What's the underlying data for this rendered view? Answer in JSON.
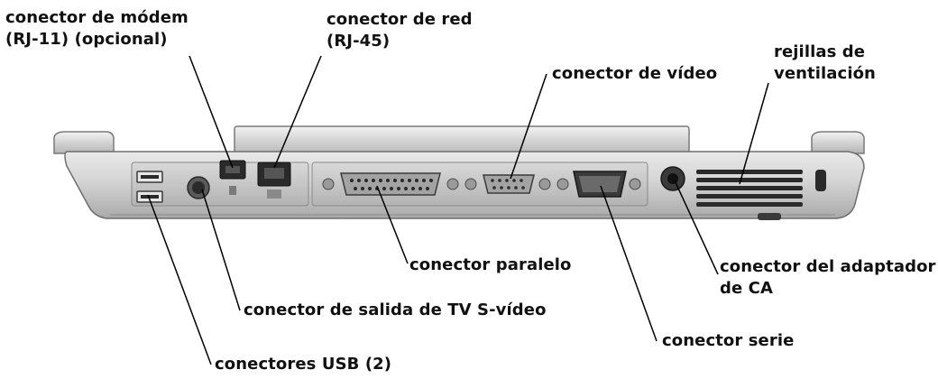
{
  "labels": {
    "modem": {
      "line1": "conector de módem",
      "line2": "(RJ-11) (opcional)"
    },
    "network": {
      "line1": "conector de red",
      "line2": "(RJ-45)"
    },
    "video": {
      "line1": "conector de vídeo"
    },
    "vents": {
      "line1": "rejillas de",
      "line2": "ventilación"
    },
    "parallel": {
      "line1": "conector paralelo"
    },
    "ac_adapter": {
      "line1": "conector del adaptador",
      "line2": "de CA"
    },
    "tv_out": {
      "line1": "conector de salida de TV S-vídeo"
    },
    "serial": {
      "line1": "conector serie"
    },
    "usb": {
      "line1": "conectores USB (2)"
    }
  },
  "colors": {
    "chassis": "#cfcfcf",
    "chassis_dark": "#8f8f8f",
    "port_panel": "#b9b9b9",
    "port_dark": "#2a2a2a",
    "leader": "#000000"
  }
}
